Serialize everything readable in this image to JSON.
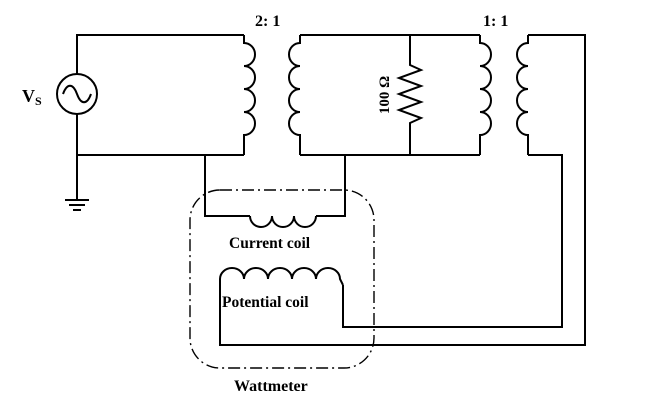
{
  "source": {
    "symbol": "V",
    "subscript": "S"
  },
  "transformer_1": {
    "ratio": "2: 1"
  },
  "transformer_2": {
    "ratio": "1: 1"
  },
  "resistor": {
    "value": "100 Ω"
  },
  "wattmeter": {
    "label": "Wattmeter",
    "current_coil_label": "Current coil",
    "potential_coil_label": "Potential coil"
  }
}
